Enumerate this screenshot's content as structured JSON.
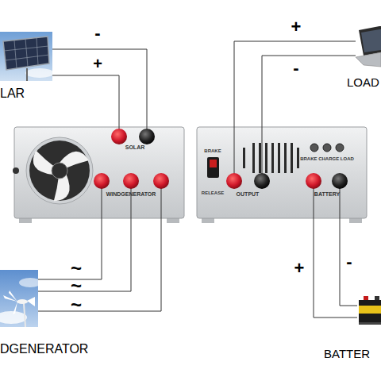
{
  "diagram": {
    "nodes": [
      {
        "text": [
          "LAR"
        ]
      },
      {
        "text": [
          "LOAD"
        ]
      },
      {
        "text": [
          "SOLAR",
          "WINDGENERATOR"
        ]
      },
      {
        "text": [
          "BRAKE",
          "BRAKE CHARGE LOAD",
          "RELEASE",
          "OUTPUT",
          "BATTERY"
        ]
      },
      {
        "text": [
          "DGENERATOR"
        ]
      },
      {
        "text": [
          "BATTER"
        ]
      }
    ],
    "edges": [
      {
        "from": 0,
        "to": 2,
        "label": "-",
        "arrow": "none"
      },
      {
        "from": 0,
        "to": 2,
        "label": "+",
        "arrow": "none"
      },
      {
        "from": 3,
        "to": 1,
        "label": "+",
        "arrow": "none"
      },
      {
        "from": 3,
        "to": 1,
        "label": "-",
        "arrow": "none"
      },
      {
        "from": 4,
        "to": 2,
        "label": "~",
        "arrow": "none"
      },
      {
        "from": 4,
        "to": 2,
        "label": "~",
        "arrow": "none"
      },
      {
        "from": 4,
        "to": 2,
        "label": "~",
        "arrow": "none"
      },
      {
        "from": 3,
        "to": 5,
        "label": "+",
        "arrow": "none"
      },
      {
        "from": 3,
        "to": 5,
        "label": "-",
        "arrow": "none"
      }
    ]
  }
}
